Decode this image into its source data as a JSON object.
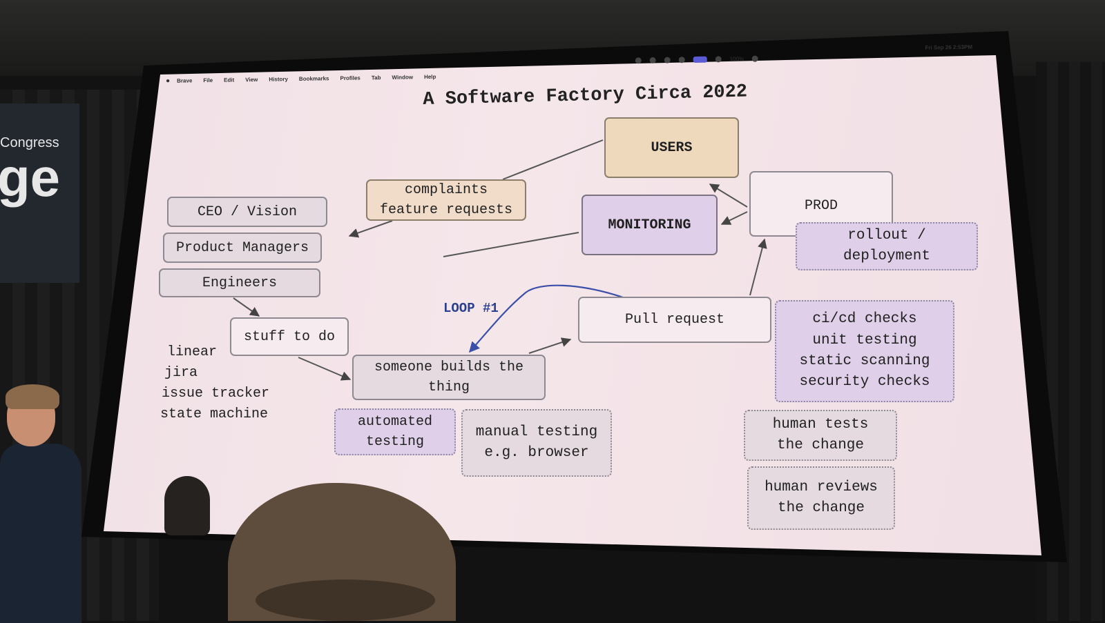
{
  "banner": {
    "line1": "Congress",
    "line2": "ge"
  },
  "menubar": {
    "apple": "",
    "items": [
      "Brave",
      "File",
      "Edit",
      "View",
      "History",
      "Bookmarks",
      "Profiles",
      "Tab",
      "Window",
      "Help"
    ],
    "battery": "100%",
    "clock": "Fri Sep 26 2:53PM"
  },
  "slide": {
    "title": "A Software Factory Circa 2022",
    "nodes": {
      "users": "USERS",
      "complaints": [
        "complaints",
        "feature requests"
      ],
      "ceo": "CEO / Vision",
      "pm": "Product Managers",
      "engineers": "Engineers",
      "monitoring": "MONITORING",
      "prod": "PROD",
      "rollout": [
        "rollout /",
        "deployment"
      ],
      "stuff": "stuff to do",
      "builds": [
        "someone builds the",
        "thing"
      ],
      "pull_request": "Pull request",
      "cicd": [
        "ci/cd checks",
        "unit testing",
        "static scanning",
        "security checks"
      ],
      "automated": [
        "automated",
        "testing"
      ],
      "manual": [
        "manual testing",
        "e.g. browser"
      ],
      "human_tests": [
        "human tests",
        "the change"
      ],
      "human_reviews": [
        "human reviews",
        "the change"
      ]
    },
    "tools": [
      "linear",
      "jira",
      "issue tracker",
      "state machine"
    ],
    "loop_label": "LOOP #1"
  }
}
